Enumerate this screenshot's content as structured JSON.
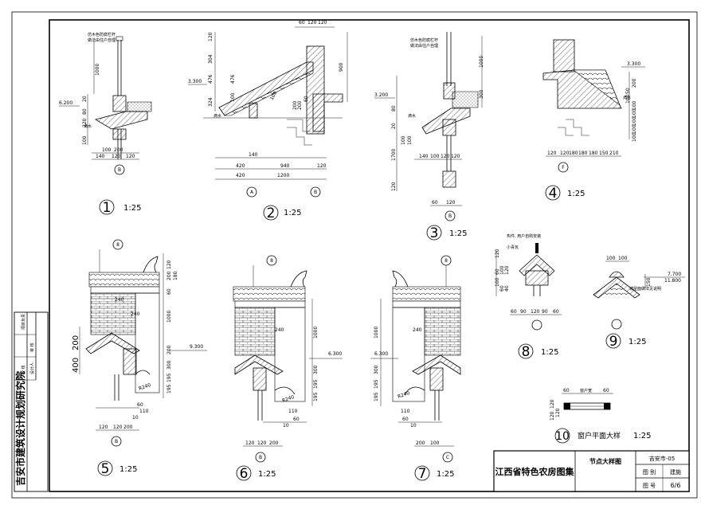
{
  "institute": "吉安市建筑设计规划研究院",
  "side_labels": [
    "设计人",
    "校 核",
    "审 核",
    "项目负责"
  ],
  "title_block": {
    "atlas_name": "江西省特色农房图集",
    "drawing_name": "节点大样图",
    "project_code": "吉安市-05",
    "category_label": "图 别",
    "category_value": "建施",
    "number_label": "图 号",
    "number_value": "6/6"
  },
  "details": [
    {
      "num": "1",
      "scale": "1:25"
    },
    {
      "num": "2",
      "scale": "1:25"
    },
    {
      "num": "3",
      "scale": "1:25"
    },
    {
      "num": "4",
      "scale": "1:25"
    },
    {
      "num": "5",
      "scale": "1:25"
    },
    {
      "num": "6",
      "scale": "1:25"
    },
    {
      "num": "7",
      "scale": "1:25"
    },
    {
      "num": "8",
      "scale": "1:25"
    },
    {
      "num": "9",
      "scale": "1:25"
    },
    {
      "num": "10",
      "title": "窗户平面大样",
      "scale": "1:25"
    }
  ],
  "notes": {
    "rail1": "仿木色防腐栏杆",
    "rail2": "做法由住户自理",
    "drip": "滴水",
    "d8a": "构件, 用户自购安装",
    "d8b": "小青瓦",
    "d9a": "坡屋面做法见说明",
    "d10a": "窗户宽"
  },
  "axes": {
    "a": "A",
    "b": "B",
    "c": "C",
    "f": "F",
    "e": "8"
  },
  "dims": {
    "d1_v": [
      "100",
      "220",
      "80",
      "20",
      "1000"
    ],
    "d1_h": [
      "140",
      "100",
      "120",
      "200",
      "120"
    ],
    "d1_elev": "6.200",
    "d2_top": [
      "60",
      "120",
      "120"
    ],
    "d2_v": [
      "120",
      "304",
      "476",
      "476",
      "324",
      "100"
    ],
    "d2_right": [
      "900"
    ],
    "d2_h1": [
      "420",
      "140"
    ],
    "d2_h2": [
      "940",
      "120"
    ],
    "d2_h3": [
      "420",
      "1200"
    ],
    "d2_elev": "3.300",
    "d2_mid": [
      "100",
      "200",
      "200",
      "60"
    ],
    "d3_elev": "3.200",
    "d3_v": [
      "1000",
      "300",
      "80",
      "20",
      "1700",
      "120"
    ],
    "d3_v2": [
      "100",
      "100"
    ],
    "d3_h": [
      "140",
      "100",
      "120",
      "120"
    ],
    "d3_h2": [
      "60",
      "120"
    ],
    "d4_elev": "3.300",
    "d4_v": [
      "200",
      "100",
      "100",
      "100",
      "100",
      "100"
    ],
    "d4_v2": [
      "50",
      "100"
    ],
    "d4_h": [
      "120",
      "120",
      "180",
      "180",
      "180",
      "150",
      "210"
    ],
    "d5_elev": "9.300",
    "d5_v": [
      "120",
      "200",
      "180",
      "60",
      "1000",
      "200",
      "300",
      "195",
      "195"
    ],
    "d5_left": [
      "200",
      "400"
    ],
    "d5_h": [
      "120",
      "120",
      "200"
    ],
    "d5_hs": [
      "60",
      "110",
      "10"
    ],
    "d5_r": "R240",
    "d5_240": [
      "240",
      "240"
    ],
    "d6_elev": "6.300",
    "d6_v": [
      "1000",
      "300",
      "195",
      "195"
    ],
    "d6_h": [
      "120",
      "120",
      "200"
    ],
    "d6_hs": [
      "60",
      "10",
      "110"
    ],
    "d6_r": "R240",
    "d6_240": "240",
    "d7_elev": "6.300",
    "d7_v": [
      "1000",
      "300",
      "195",
      "195"
    ],
    "d7_h": [
      "200",
      "100"
    ],
    "d7_hs": [
      "110",
      "10",
      "60"
    ],
    "d7_r": "R240",
    "d7_240": "240",
    "d8_v": [
      "120",
      "60",
      "100",
      "120",
      "100",
      "60",
      "40"
    ],
    "d8_h": [
      "60",
      "90",
      "120",
      "90",
      "60"
    ],
    "d9_h": [
      "100",
      "100"
    ],
    "d9_elev1": "7.700",
    "d9_elev2": "11.800",
    "d9_v": [
      "150"
    ],
    "d10_h": [
      "60",
      "60"
    ],
    "d10_v": [
      "120",
      "120",
      "120"
    ]
  }
}
